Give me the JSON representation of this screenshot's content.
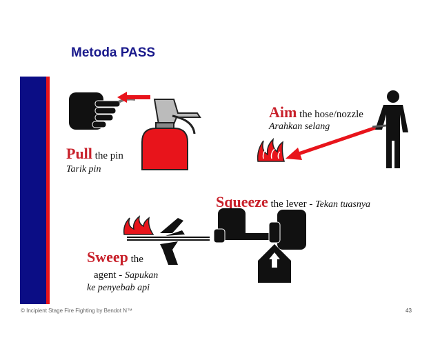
{
  "slide": {
    "title": "Metoda PASS",
    "footer": "© Incipient Stage Fire Fighting by Bendot N™",
    "page_number": "43"
  },
  "steps": {
    "pull": {
      "keyword": "Pull",
      "text": " the pin",
      "translation": "Tarik pin"
    },
    "aim": {
      "keyword": "Aim",
      "text": " the hose/nozzle",
      "translation": "Arahkan selang"
    },
    "squeeze": {
      "keyword": "Squeeze",
      "text": " the lever - ",
      "translation": "Tekan tuasnya"
    },
    "sweep": {
      "keyword": "Sweep",
      "text": " the",
      "text2": "agent - ",
      "translation": "Sapukan",
      "translation2": "ke penyebab api"
    }
  },
  "colors": {
    "accent_red": "#c8202a",
    "title_blue": "#1a1a8c",
    "bar_blue": "#0b0d85",
    "bar_red": "#e8141b"
  },
  "icons": [
    "hand-pull-icon",
    "extinguisher-icon",
    "person-nozzle-icon",
    "fire-icon",
    "hand-squeeze-icon",
    "sweep-nozzle-icon"
  ]
}
